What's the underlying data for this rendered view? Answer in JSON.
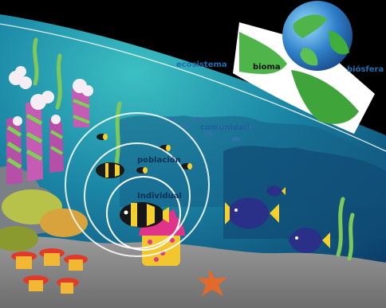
{
  "labels": {
    "ecosistema": "ecosistema",
    "bioma": "bioma",
    "biosfera": "biósfera",
    "comunidad": "comunidad",
    "poblacion": "población",
    "individual": "Individual"
  },
  "colors": {
    "sky": "#000000",
    "ocean_deep": "#0f4f7a",
    "ocean_shallow": "#2aa3ad",
    "earth_land": "#3fae3a",
    "earth_water": "#2f7fc9",
    "label_blue": "#1f6fb0",
    "label_dark": "#0e2f5a",
    "ring": "#ffffff"
  }
}
